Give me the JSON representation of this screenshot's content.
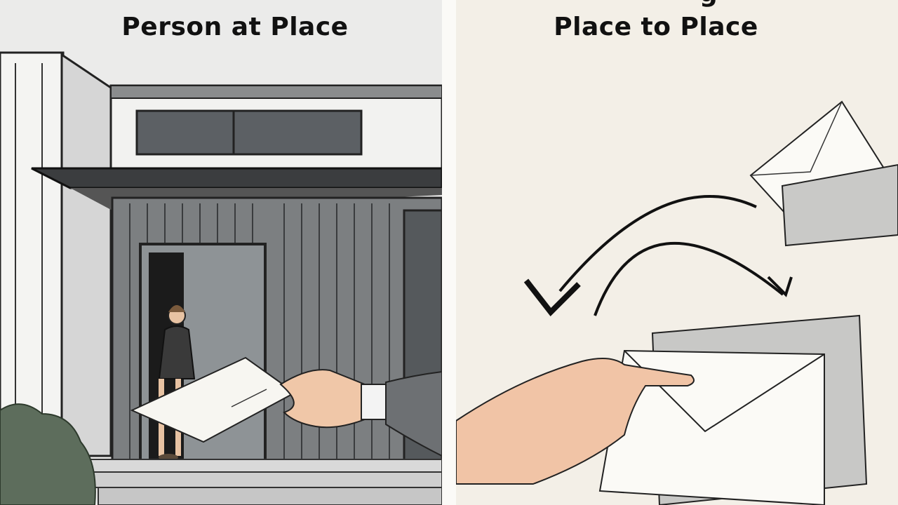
{
  "panels": [
    {
      "caption": "Person at Place"
    },
    {
      "caption_partial_top": "g",
      "caption": "Place to Place"
    }
  ],
  "colors": {
    "left_background": "#ebebea",
    "right_background": "#f3efe7",
    "building_gray": "#7b7e80",
    "envelope": "#f7f6f1",
    "skin": "#f1c4a6",
    "shrub": "#5d6d5c"
  }
}
